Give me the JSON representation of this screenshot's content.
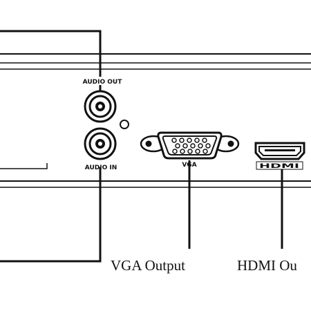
{
  "ports": {
    "audio_out": "AUDIO OUT",
    "audio_in": "AUDIO IN",
    "vga": "VGA",
    "hdmi": "HDMI"
  },
  "callouts": {
    "vga_output": "VGA Output",
    "hdmi_output": "HDMI Ou"
  },
  "colors": {
    "ink": "#111111",
    "panel_gray": "#d9d9d9",
    "background": "#ffffff"
  }
}
